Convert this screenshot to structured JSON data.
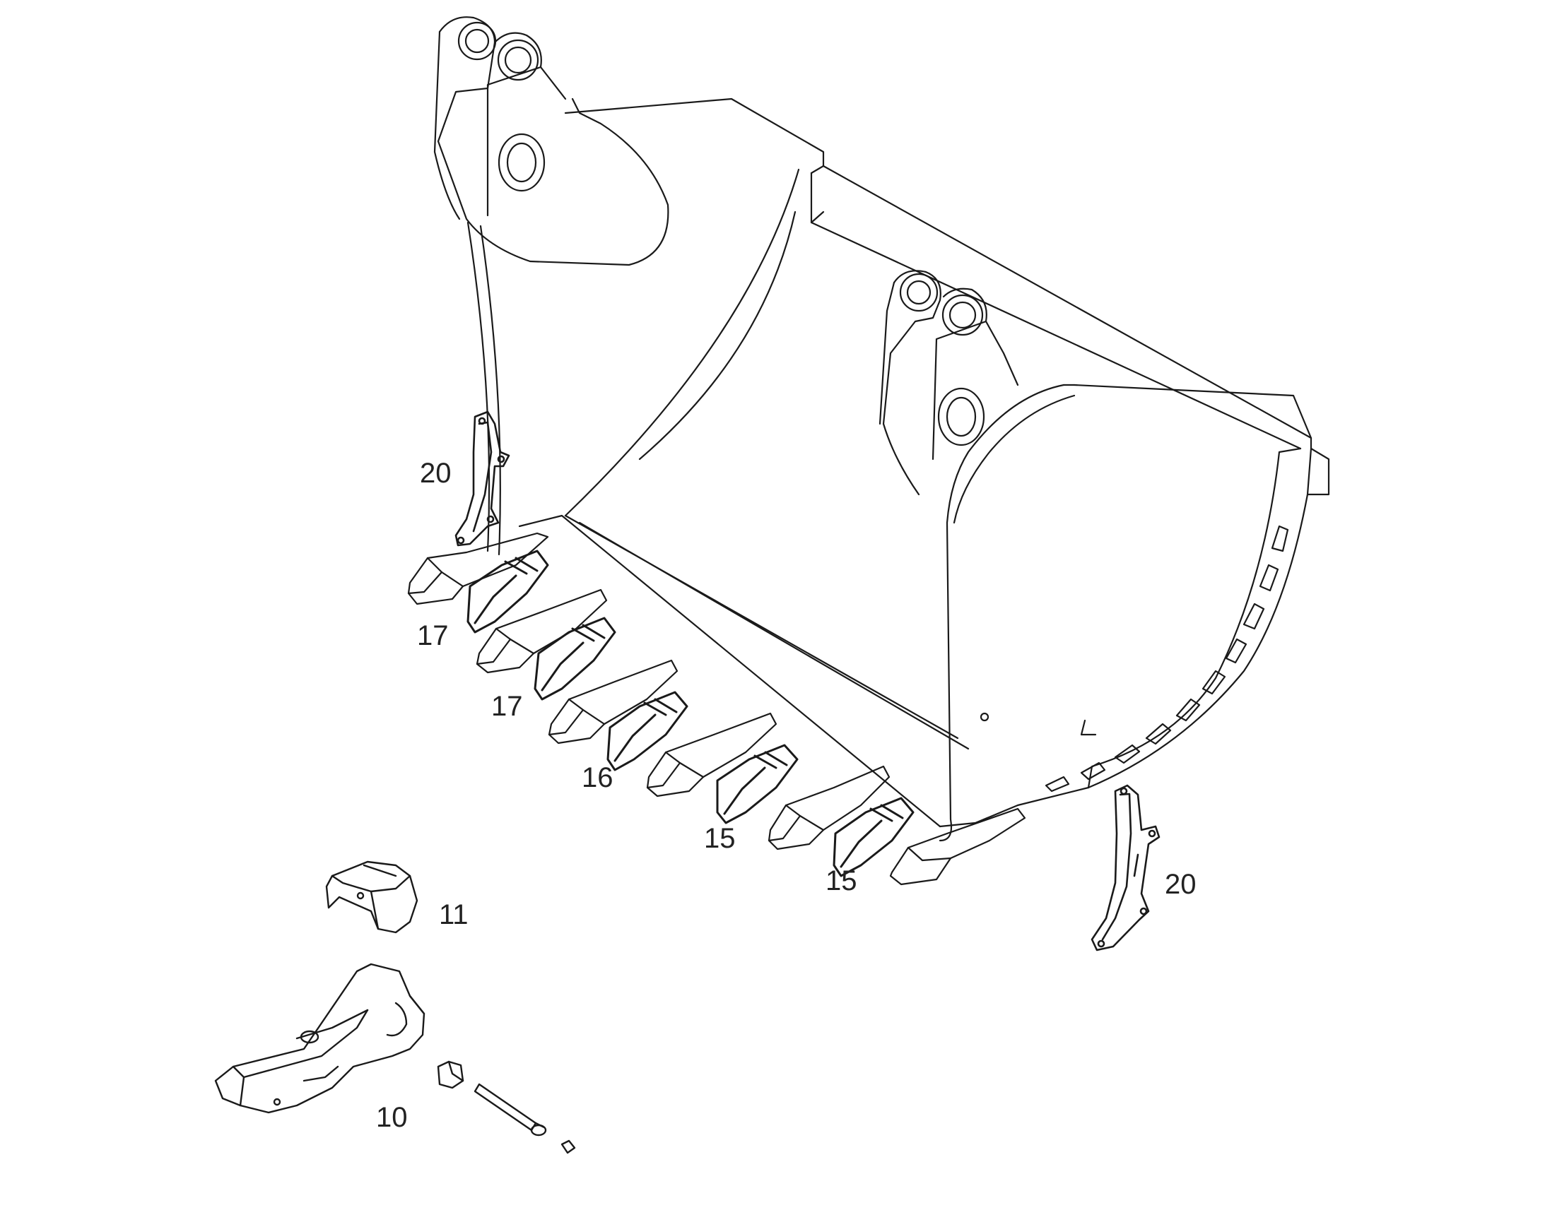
{
  "callouts": {
    "c20a": "20",
    "c17a": "17",
    "c17b": "17",
    "c16": "16",
    "c15a": "15",
    "c15b": "15",
    "c20b": "20",
    "c11": "11",
    "c10": "10"
  },
  "colors": {
    "line": "#1a1a1a",
    "background": "#ffffff"
  }
}
